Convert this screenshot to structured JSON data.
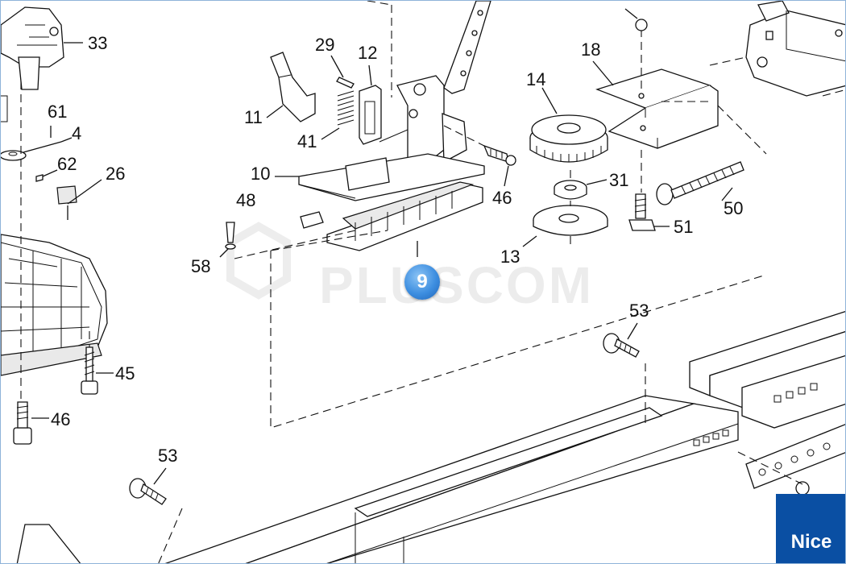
{
  "callouts": {
    "c33": "33",
    "c61": "61",
    "c4": "4",
    "c62": "62",
    "c26": "26",
    "c29": "29",
    "c12": "12",
    "c11": "11",
    "c41": "41",
    "c10": "10",
    "c48": "48",
    "c58": "58",
    "c46a": "46",
    "c14": "14",
    "c18": "18",
    "c31": "31",
    "c13": "13",
    "c50": "50",
    "c51": "51",
    "c53a": "53",
    "c45": "45",
    "c46b": "46",
    "c53b": "53"
  },
  "hotspot": {
    "label": "9",
    "color": "#3d8ee0"
  },
  "watermark": {
    "text": "PLUSCOM"
  },
  "brand": {
    "text": "Nice",
    "color": "#0a4fa3"
  },
  "colors": {
    "line": "#111111",
    "frame": "#8fb3d9"
  }
}
